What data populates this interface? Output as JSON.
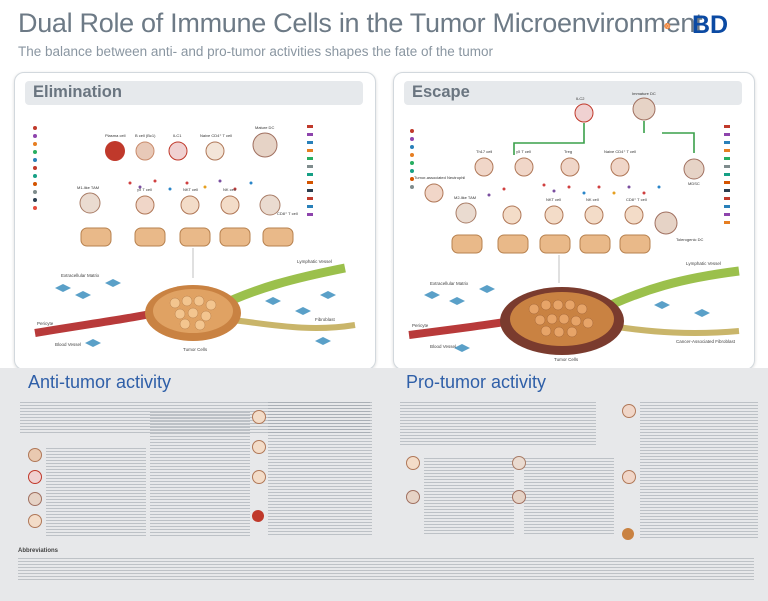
{
  "header": {
    "title": "Dual Role of Immune Cells in the Tumor Microenvironment",
    "subtitle": "The balance between anti- and pro-tumor activities shapes the fate of the tumor",
    "logo_text": "BD"
  },
  "panels": {
    "elimination": {
      "title": "Elimination",
      "cells": [
        "Plasma cell",
        "B cell (Bc1)",
        "ILC1",
        "Naive CD4⁺ T cell",
        "Mature DC",
        "M1-like TAM",
        "γδ T cell",
        "NKT cell",
        "NK cell",
        "CD8⁺ T cell"
      ],
      "labels": [
        "Extracellular Matrix",
        "Lymphatic Vessel",
        "Fibroblast",
        "Pericyte",
        "Blood Vessel",
        "Tumor Cells"
      ]
    },
    "escape": {
      "title": "Escape",
      "cells": [
        "ILC2",
        "Immature DC",
        "Th17 cell",
        "γδ T cell",
        "Treg",
        "Naive CD4⁺ T cell",
        "MDSC",
        "Tolerogenic DC",
        "M2-like TAM",
        "NKT cell",
        "NK cell",
        "CD8⁺ T cell",
        "Tumor-associated Neutrophil"
      ],
      "labels": [
        "Extracellular Matrix",
        "Lymphatic Vessel",
        "Cancer-Associated Fibroblast",
        "Pericyte",
        "Blood Vessel",
        "Tumor Cells"
      ]
    }
  },
  "sections": {
    "anti_tumor": {
      "title": "Anti-tumor activity"
    },
    "pro_tumor": {
      "title": "Pro-tumor activity"
    }
  },
  "footer": {
    "abbreviations_title": "Abbreviations"
  },
  "colors": {
    "title_gray": "#6d7a86",
    "section_blue": "#2f5fa8",
    "brand_orange": "#ef7622",
    "brand_blue": "#0b4aa3"
  }
}
